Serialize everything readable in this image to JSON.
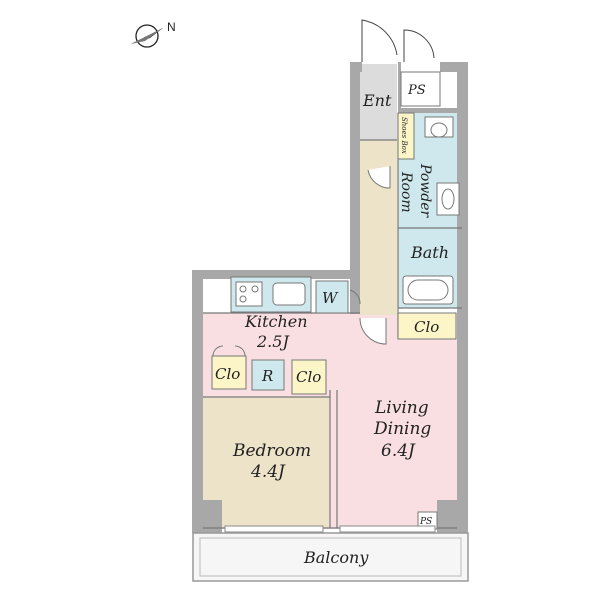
{
  "compass": {
    "label": "N",
    "icon": "north-arrow-icon"
  },
  "rooms": {
    "entrance": "Ent",
    "pipe_space_top": "PS",
    "shoes_box": "Shoes Box",
    "powder_room_line1": "Powder",
    "powder_room_line2": "Room",
    "bath": "Bath",
    "washer": "W",
    "closet_hall": "Clo",
    "kitchen": "Kitchen",
    "kitchen_size": "2.5J",
    "closet_kitchen": "Clo",
    "refrigerator": "R",
    "closet_bedroom": "Clo",
    "living_dining_line1": "Living",
    "living_dining_line2": "Dining",
    "living_dining_size": "6.4J",
    "bedroom": "Bedroom",
    "bedroom_size": "4.4J",
    "pipe_space_bottom": "PS",
    "balcony": "Balcony"
  },
  "colors": {
    "wall": "#a8a8a8",
    "hall": "#ede3c9",
    "entrance_floor": "#dcdcdc",
    "wet_area": "#cfe8ee",
    "living": "#f9dfe2",
    "bedroom": "#ede3c9",
    "closet": "#fbf5c8",
    "balcony": "#f6f6f6"
  }
}
